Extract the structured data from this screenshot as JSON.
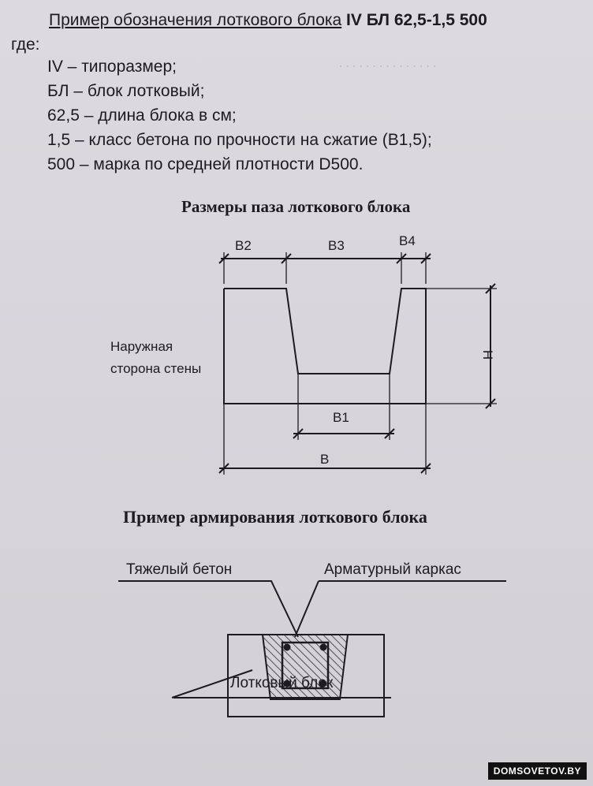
{
  "header": {
    "title_prefix": "Пример обозначения лоткового блока",
    "title_code": "IV БЛ 62,5-1,5 500"
  },
  "legend": {
    "where": "где:",
    "items": [
      "IV – типоразмер;",
      "БЛ – блок лотковый;",
      "62,5 – длина блока в см;",
      "1,5 – класс бетона по прочности на сжатие (В1,5);",
      "500 – марка по средней плотности D500."
    ]
  },
  "groove_diagram": {
    "title": "Размеры паза лоткового блока",
    "label_outer_side_1": "Наружная",
    "label_outer_side_2": "сторона  стены",
    "dims": {
      "b2": "B2",
      "b3": "B3",
      "b4": "B4",
      "h": "H",
      "b1": "B1",
      "b": "B"
    }
  },
  "reinforcement_diagram": {
    "title": "Пример армирования лоткового блока",
    "label_heavy_concrete": "Тяжелый бетон",
    "label_rebar_cage": "Арматурный каркас",
    "label_block": "Лотковый блок"
  },
  "watermark": "DOMSOVETOV.BY"
}
